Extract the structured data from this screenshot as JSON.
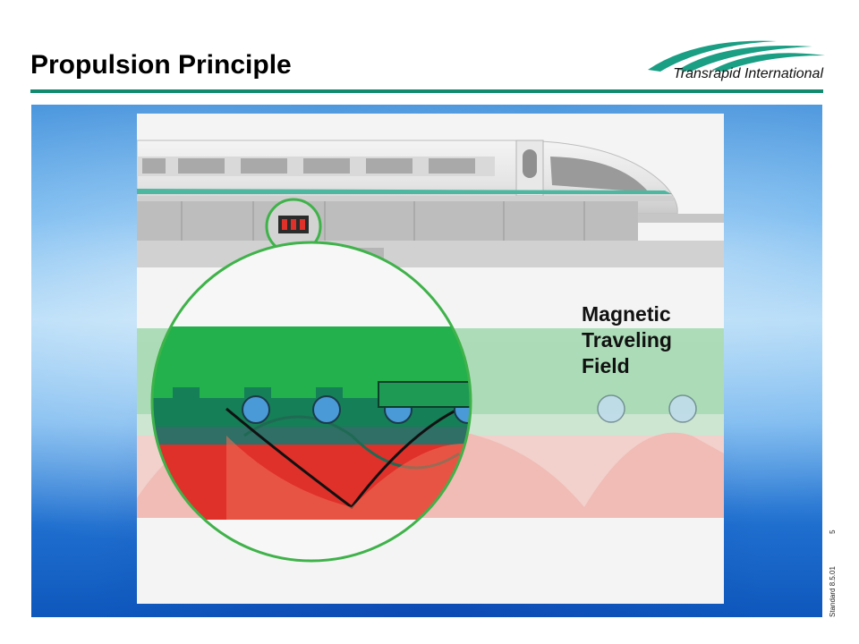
{
  "slide": {
    "title": "Propulsion Principle",
    "logo_text": "Transrapid International"
  },
  "figure": {
    "label_lines": [
      "Magnetic",
      "Traveling",
      "Field"
    ]
  },
  "footer": {
    "standard": "Standard 8.5.01",
    "page_number": "5"
  },
  "colors": {
    "accent_teal": "#118a6e",
    "circle_green": "#3fb24a",
    "field_green": "#22b14c",
    "stator_red": "#e0302a",
    "panel_blue": "#2f86d8"
  },
  "icons": {
    "logo": "transrapid-swoosh-logo",
    "arrow": "travel-direction-arrow",
    "train": "maglev-train-illustration",
    "magnifier": "magnifier-circle"
  }
}
